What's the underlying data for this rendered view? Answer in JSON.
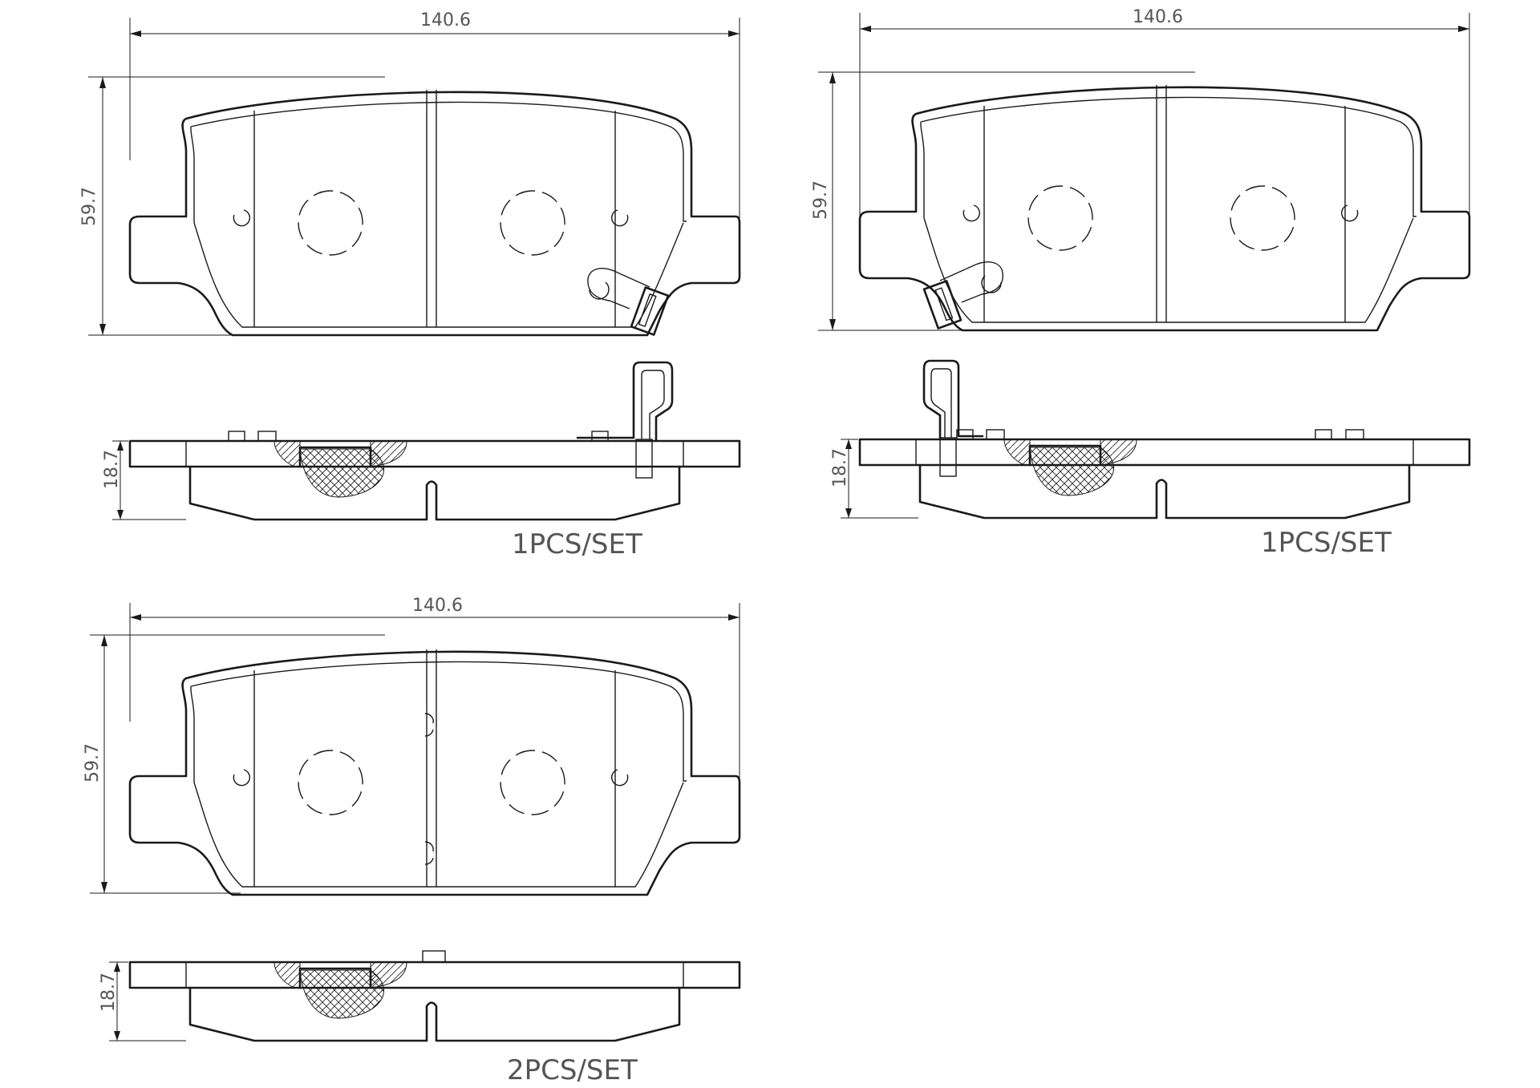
{
  "drawings": [
    {
      "id": "pad-a",
      "width_label": "140.6",
      "height_label": "59.7",
      "thickness_label": "18.7",
      "quantity_label": "1PCS/SET"
    },
    {
      "id": "pad-b",
      "width_label": "140.6",
      "height_label": "59.7",
      "thickness_label": "18.7",
      "quantity_label": "1PCS/SET"
    },
    {
      "id": "pad-c",
      "width_label": "140.6",
      "height_label": "59.7",
      "thickness_label": "18.7",
      "quantity_label": "2PCS/SET"
    }
  ],
  "colors": {
    "line": "#1a1a1a",
    "text": "#555555",
    "background": "#ffffff"
  }
}
